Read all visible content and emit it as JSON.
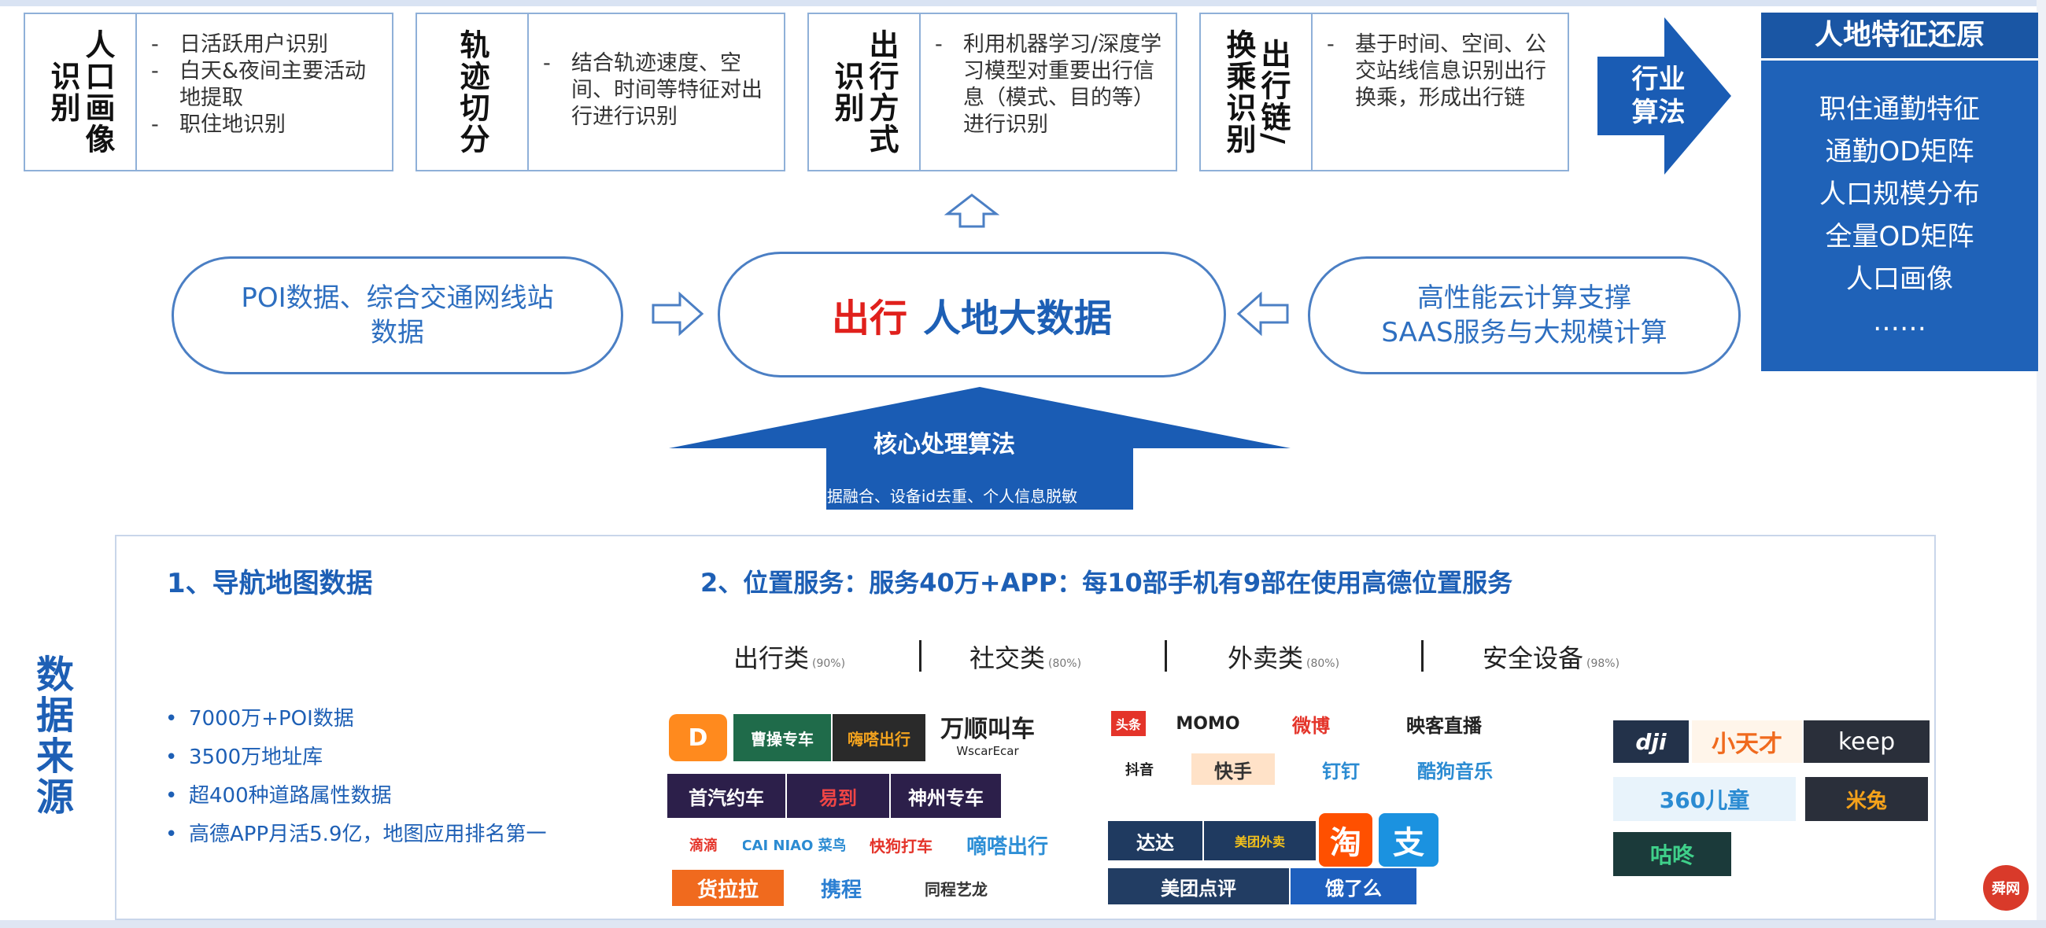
{
  "methods": [
    {
      "title_cols": [
        "识别",
        "人口画像"
      ],
      "items": [
        "日活跃用户识别",
        "白天&夜间主要活动地提取",
        "职住地识别"
      ]
    },
    {
      "title_cols": [
        "轨迹切分"
      ],
      "items": [
        "结合轨迹速度、空间、时间等特征对出行进行识别"
      ]
    },
    {
      "title_cols": [
        "识别",
        "出行方式"
      ],
      "items": [
        "利用机器学习/深度学习模型对重要出行信息（模式、目的等）进行识别"
      ]
    },
    {
      "title_cols": [
        "换乘识别",
        "出行链/"
      ],
      "items": [
        "基于时间、空间、公交站线信息识别出行换乘，形成出行链"
      ]
    }
  ],
  "industry": {
    "label": "行业算法"
  },
  "right_panel": {
    "title": "人地特征还原",
    "items": [
      "职住通勤特征",
      "通勤OD矩阵",
      "人口规模分布",
      "全量OD矩阵",
      "人口画像",
      "……"
    ]
  },
  "left_oval": {
    "line1": "POI数据、综合交通网线站",
    "line2": "数据"
  },
  "center_oval": {
    "part1": "出行",
    "part2": "人地大数据"
  },
  "right_oval": {
    "line1": "高性能云计算支撑",
    "line2": "SAAS服务与大规模计算"
  },
  "core": {
    "title": "核心处理算法",
    "subtitle": "数据融合、设备id去重、个人信息脱敏"
  },
  "data_source": {
    "label": "数据来源",
    "section1": "1、导航地图数据",
    "bullets": [
      "7000万+POI数据",
      "3500万地址库",
      "超400种道路属性数据",
      "高德APP月活5.9亿，地图应用排名第一"
    ],
    "section2": "2、位置服务：服务40万+APP：每10部手机有9部在使用高德位置服务",
    "categories": [
      {
        "name": "出行类",
        "pct": "(90%)"
      },
      {
        "name": "社交类",
        "pct": "(80%)"
      },
      {
        "name": "外卖类",
        "pct": "(80%)"
      },
      {
        "name": "安全设备",
        "pct": "(98%)"
      }
    ]
  },
  "logos": {
    "didi": "D",
    "caocao": "曹操专车",
    "shouqi": "首汽约车",
    "yidao": "易到",
    "shenzhou": "神州专车",
    "wanshun": "万顺叫车",
    "wanshun_sub": "WscarEcar",
    "yingxiao": "嗨嗒出行",
    "cainiao": "CAI NIAO 菜鸟",
    "kuaigou": "快狗打车",
    "dida": "嘀嗒出行",
    "didi_small": "滴滴",
    "huolala": "货拉拉",
    "ctrip": "携程",
    "tongcheng": "同程艺龙",
    "toutiao": "头条",
    "momo": "MOMO",
    "weibo": "微博",
    "yingke": "映客直播",
    "douyin": "抖音",
    "kuaishou": "快手",
    "dingding": "钉钉",
    "kugou": "酷狗音乐",
    "dada": "达达",
    "meituan_waimai": "美团外卖",
    "taobao": "淘",
    "alipay": "支",
    "dianping": "美团点评",
    "eleme": "饿了么",
    "dji": "dji",
    "xiaotiancai": "小天才",
    "keep": "keep",
    "ertong360": "360儿童",
    "mitu": "米兔",
    "gudong": "咕咚"
  },
  "watermark": "舜网"
}
